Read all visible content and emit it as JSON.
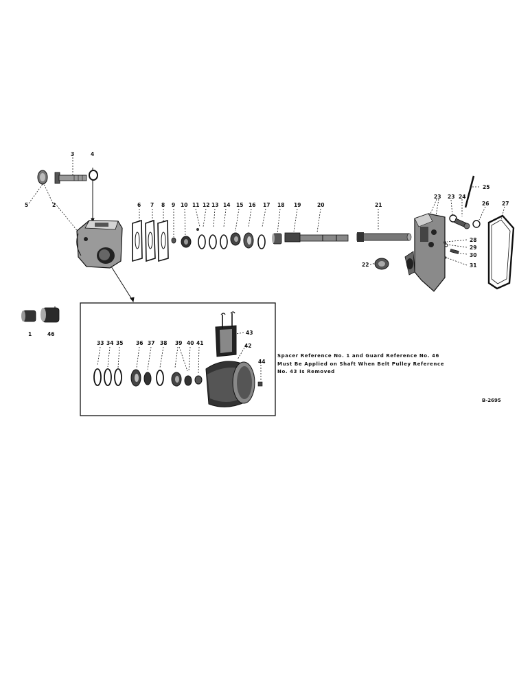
{
  "part_labels": {
    "p1": "1",
    "p2": "2",
    "p3": "3",
    "p4": "4",
    "p5": "5",
    "p6": "6",
    "p7": "7",
    "p8": "8",
    "p9": "9",
    "p10": "10",
    "p11": "11",
    "p12": "12",
    "p13": "13",
    "p14": "14",
    "p15": "15",
    "p16": "16",
    "p17": "17",
    "p18": "18",
    "p19": "19",
    "p20": "20",
    "p21": "21",
    "p22": "22",
    "p23": "23",
    "p23b": "23",
    "p24": "24",
    "p25": "25",
    "p26": "26",
    "p27": "27",
    "p28": "28",
    "p29": "29",
    "p30": "30",
    "p31": "31",
    "p33": "33",
    "p34": "34",
    "p35": "35",
    "p36": "36",
    "p37": "37",
    "p38": "38",
    "p39": "39",
    "p40": "40",
    "p41": "41",
    "p42": "42",
    "p43": "43",
    "p44": "44",
    "p46": "46"
  },
  "note": {
    "line1": "Spacer Reference No. 1 and Guard Reference No. 46",
    "line2": "Must Be Applied on Shaft When Belt Pulley Reference",
    "line3": "No. 43 Is Removed"
  },
  "drawing_number": "B-2695"
}
